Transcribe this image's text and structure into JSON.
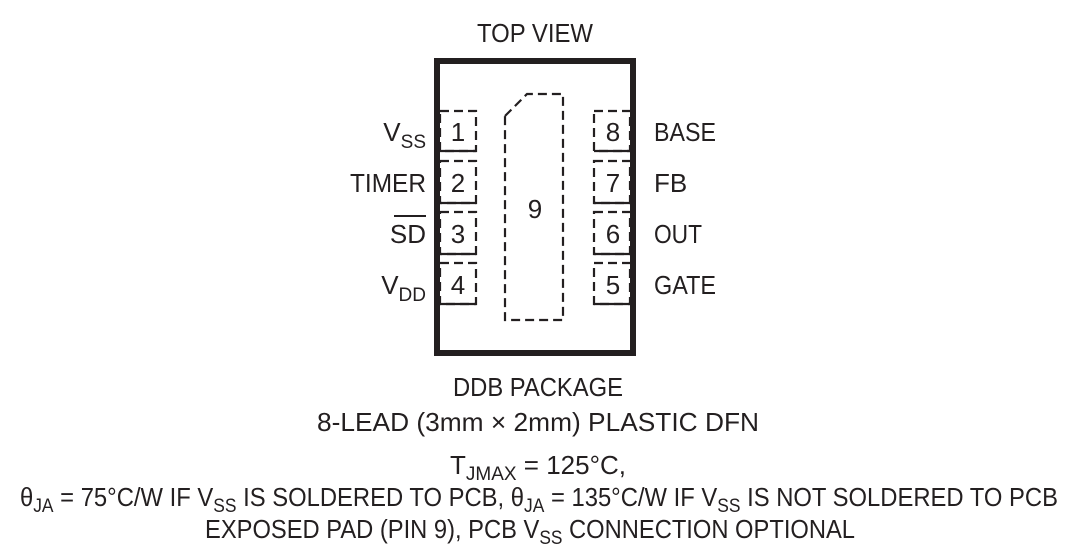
{
  "title": "TOP VIEW",
  "pins_left": [
    {
      "num": "1",
      "name": "V",
      "sub": "SS"
    },
    {
      "num": "2",
      "name": "TIMER",
      "sub": ""
    },
    {
      "num": "3",
      "name": "SD",
      "sub": "",
      "overbar": true
    },
    {
      "num": "4",
      "name": "V",
      "sub": "DD"
    }
  ],
  "pins_right": [
    {
      "num": "8",
      "name": "BASE"
    },
    {
      "num": "7",
      "name": "FB"
    },
    {
      "num": "6",
      "name": "OUT"
    },
    {
      "num": "5",
      "name": "GATE"
    }
  ],
  "exposed_pad": "9",
  "package": {
    "name": "DDB PACKAGE",
    "desc": "8-LEAD (3mm × 2mm) PLASTIC DFN"
  },
  "notes": {
    "tjmax": {
      "a": "T",
      "sub": "JMAX",
      "b": " = 125°C,"
    },
    "theta": [
      "θ",
      "JA",
      " = 75°C/W IF V",
      "SS",
      " IS SOLDERED TO PCB, θ",
      "JA",
      " = 135°C/W IF V",
      "SS",
      " IS NOT SOLDERED TO PCB"
    ],
    "exposed": [
      "EXPOSED PAD (PIN 9), PCB V",
      "SS",
      " CONNECTION OPTIONAL"
    ]
  }
}
